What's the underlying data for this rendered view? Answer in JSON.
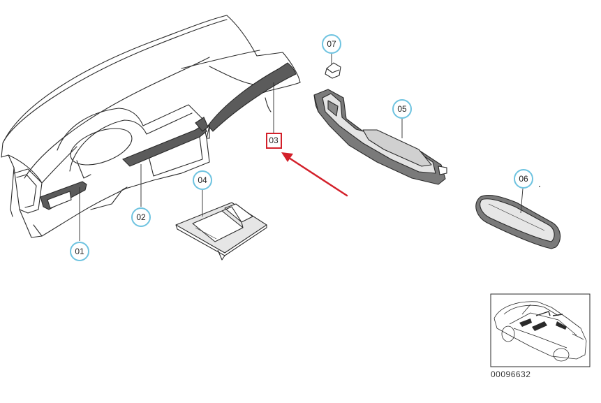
{
  "callouts": [
    {
      "id": "01",
      "label": "01"
    },
    {
      "id": "02",
      "label": "02"
    },
    {
      "id": "03",
      "label": "03"
    },
    {
      "id": "04",
      "label": "04"
    },
    {
      "id": "05",
      "label": "05"
    },
    {
      "id": "06",
      "label": "06"
    },
    {
      "id": "07",
      "label": "07"
    }
  ],
  "reference_number": "00096632",
  "colors": {
    "callout_ring": "#6ec3e0",
    "highlight": "#d3202a",
    "line": "#2a2a2a"
  }
}
